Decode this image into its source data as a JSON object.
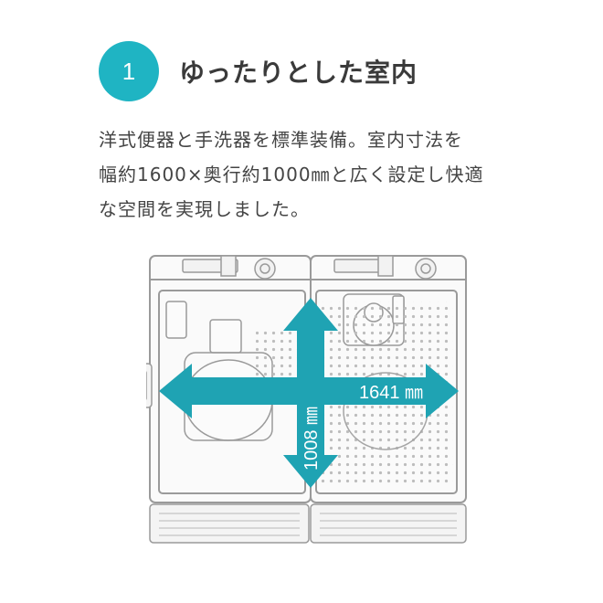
{
  "section": {
    "number": "1",
    "title": "ゆったりとした室内"
  },
  "description": {
    "lines": [
      "洋式便器と手洗器を標準装備。室内寸法を",
      "幅約1600×奥行約1000㎜と広く設定し快適",
      "な空間を実現しました。"
    ]
  },
  "floor_plan": {
    "width_label": "1641 ㎜",
    "depth_label": "1008 ㎜",
    "arrow_color": "#1fa3b3",
    "line_color": "#9a9a9a"
  }
}
